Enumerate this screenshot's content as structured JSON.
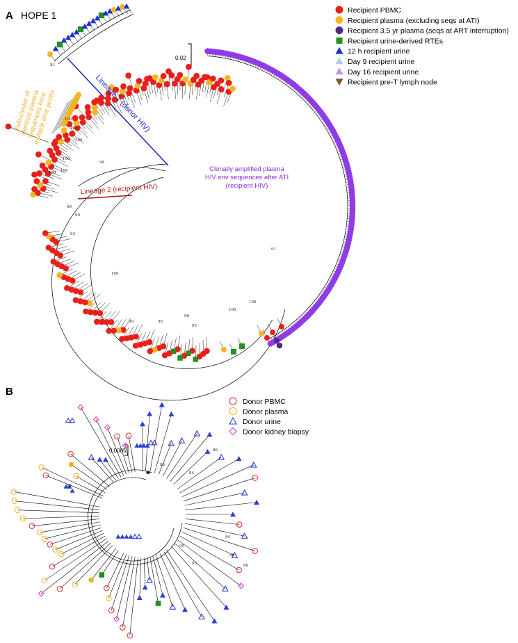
{
  "panel_a": {
    "letter": "A",
    "title": "HOPE 1",
    "scale_bar": "0.02",
    "lineage1_label": "Lineage 1 (donor HIV)",
    "lineage2_label": "Lineage 2 (recipient HIV)",
    "subcluster_label": [
      "Sub-cluster of",
      "identical plasma",
      "sequences from",
      "multiple time points"
    ],
    "clonal_label": [
      "Clonally amplified plasma",
      "HIV env sequences after ATI",
      "(recipient HIV)"
    ],
    "bootstrap_labels": [
      "100",
      "100",
      "100",
      "100",
      "99",
      "99",
      "100",
      "100",
      "98",
      "93",
      "100",
      "99",
      "98",
      "96",
      "95",
      "100",
      "100",
      "91",
      "81"
    ],
    "colors": {
      "lineage1": "#1f2fbf",
      "lineage2": "#b01818",
      "subcluster_text": "#f2b233",
      "clonal_text": "#8a2be2"
    },
    "legend": [
      {
        "label": "Recipient PBMC",
        "shape": "circle",
        "color": "#e8201a"
      },
      {
        "label": "Recipient plasma (excluding seqs at ATI)",
        "shape": "circle",
        "color": "#f4b625"
      },
      {
        "label": "Recipient 3.5 yr plasma (seqs at ART interruption)",
        "shape": "circle",
        "color": "#4b2a8f"
      },
      {
        "label": "Recipient urine-derived RTEs",
        "shape": "square",
        "color": "#23911f"
      },
      {
        "label": "12 h recipient urine",
        "shape": "triangle-up",
        "color": "#1a2fd1"
      },
      {
        "label": "Day 9 recipient urine",
        "shape": "triangle-up",
        "color": "#a9cfe6"
      },
      {
        "label": "Day 16 recipient urine",
        "shape": "triangle-up",
        "color": "#b49be0"
      },
      {
        "label": "Recipient pre-T lymph node",
        "shape": "triangle-down",
        "color": "#7a5a2e"
      }
    ],
    "tip_colors": {
      "clonal": "#8f3ce6",
      "pbmc": "#e8201a",
      "plasma": "#f4b625",
      "urine12h": "#1a2fd1",
      "rte": "#23911f",
      "dark": "#4b2a8f"
    }
  },
  "panel_b": {
    "letter": "B",
    "scale_bar": "0.0005",
    "star": "*",
    "bootstrap_labels": [
      "95",
      "88",
      "84",
      "86",
      "95",
      "84",
      "95",
      "86",
      "86"
    ],
    "legend": [
      {
        "label": "Donor PBMC",
        "shape": "circle-open",
        "color": "#e03a3a"
      },
      {
        "label": "Donor plasma",
        "shape": "circle-open",
        "color": "#f0b52a"
      },
      {
        "label": "Donor urine",
        "shape": "triangle-open",
        "color": "#2a3fd4"
      },
      {
        "label": "Donor kidney biopsy",
        "shape": "diamond-open",
        "color": "#e03ad0"
      }
    ],
    "tip_colors": {
      "pbmc": "#e03a3a",
      "plasma": "#f0b52a",
      "urine": "#2a3fd4",
      "biopsy": "#e03ad0",
      "rte": "#23911f",
      "plasma_filled": "#f0b52a"
    }
  }
}
